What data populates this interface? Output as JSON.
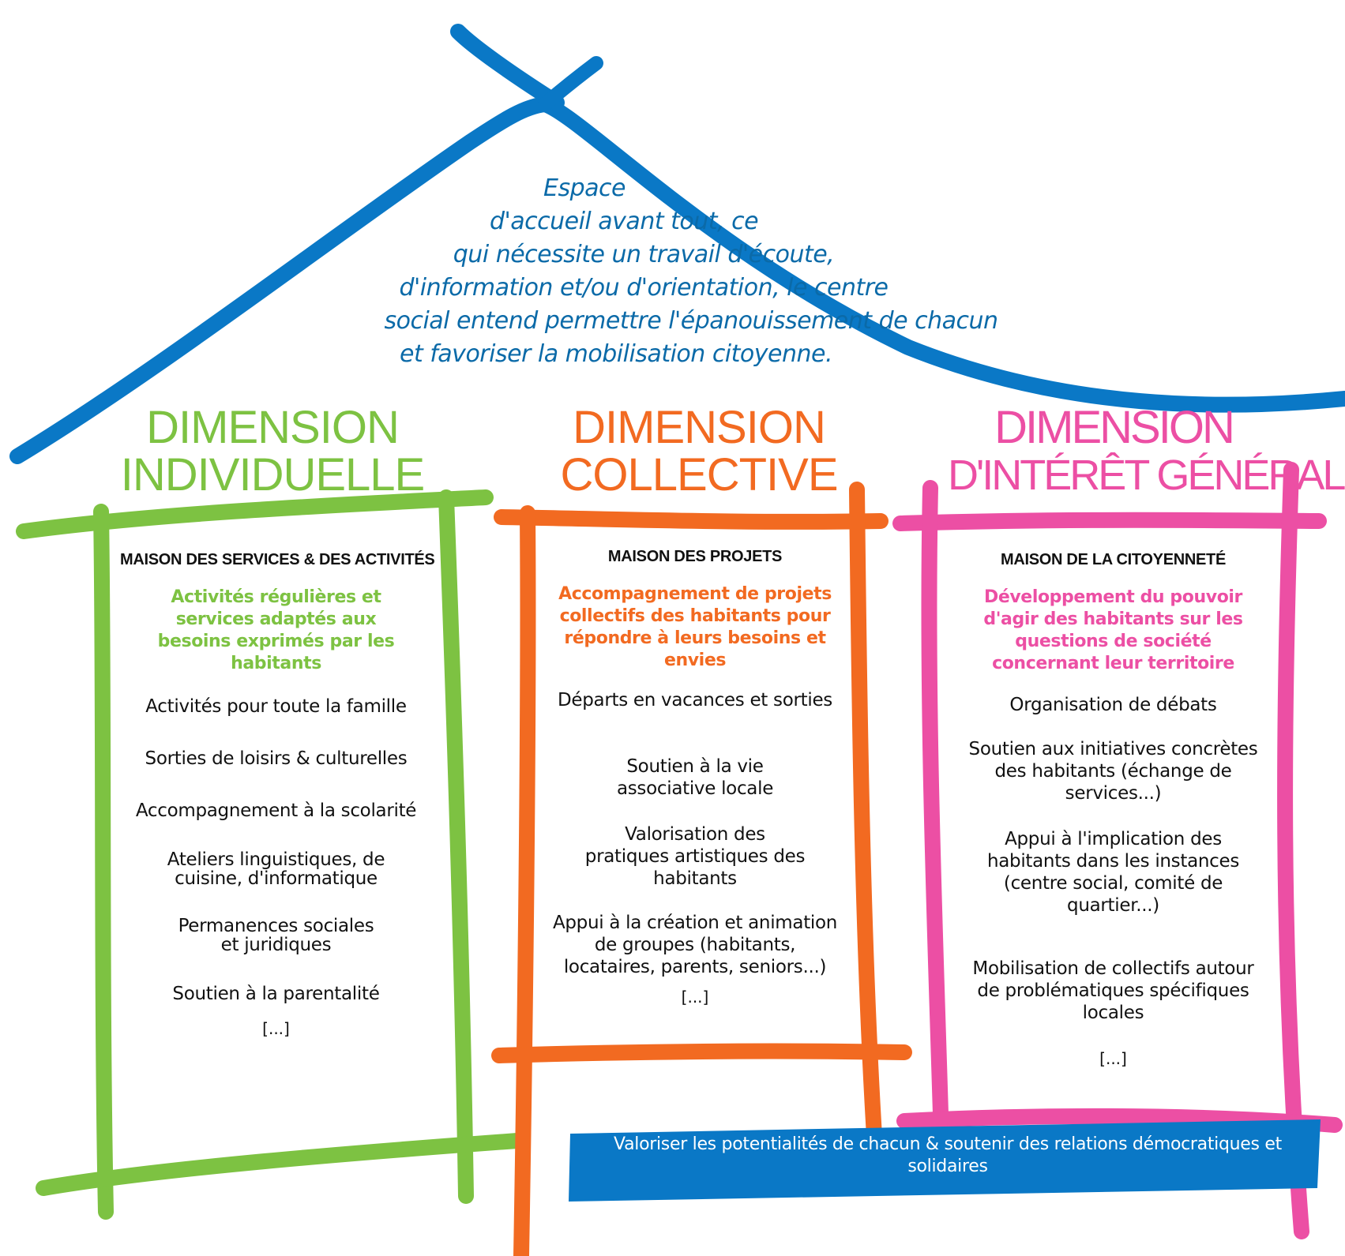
{
  "colors": {
    "roof_blue": "#0a78c6",
    "text_blue": "#0b6aa8",
    "green": "#7dc242",
    "orange": "#f26a21",
    "pink": "#ec4fa4"
  },
  "intro": {
    "lines": [
      "Espace",
      "d'accueil avant tout, ce",
      "qui nécessite un travail d'écoute,",
      "d'information et/ou d'orientation, le centre",
      "social entend permettre l'épanouissement de chacun",
      "et favoriser la mobilisation citoyenne."
    ]
  },
  "columns": [
    {
      "title_line1": "DIMENSION",
      "title_line2": "INDIVIDUELLE",
      "house": "MAISON DES SERVICES & DES ACTIVITÉS",
      "subtitle": "Activités régulières et services adaptés aux besoins exprimés par les habitants",
      "items": [
        "Activités pour toute la famille",
        "Sorties de loisirs & culturelles",
        "Accompagnement à la scolarité",
        "Ateliers linguistiques, de cuisine, d'informatique",
        "Permanences sociales et juridiques",
        "Soutien à la parentalité"
      ],
      "more": "[...]"
    },
    {
      "title_line1": "DIMENSION",
      "title_line2": "COLLECTIVE",
      "house": "MAISON DES PROJETS",
      "subtitle": "Accompagnement de projets collectifs des habitants pour répondre à leurs besoins et envies",
      "items": [
        "Départs en vacances et sorties",
        "Soutien à la vie associative locale",
        "Valorisation des pratiques artistiques des habitants",
        "Appui à la création et animation de groupes (habitants, locataires, parents, seniors...)"
      ],
      "more": "[...]"
    },
    {
      "title_line1": "DIMENSION",
      "title_line2": "D'INTÉRÊT GÉNÉRAL",
      "house": "MAISON DE LA CITOYENNETÉ",
      "subtitle": "Développement du pouvoir d'agir des habitants sur les questions de société concernant leur territoire",
      "items": [
        "Organisation de débats",
        "Soutien aux initiatives concrètes des habitants (échange de services...)",
        "Appui à l'implication des habitants dans les instances (centre social, comité de quartier...)",
        "Mobilisation de collectifs autour de problématiques spécifiques locales"
      ],
      "more": "[...]"
    }
  ],
  "banner": {
    "text": "Valoriser les potentialités de chacun & soutenir des relations démocratiques et solidaires"
  }
}
